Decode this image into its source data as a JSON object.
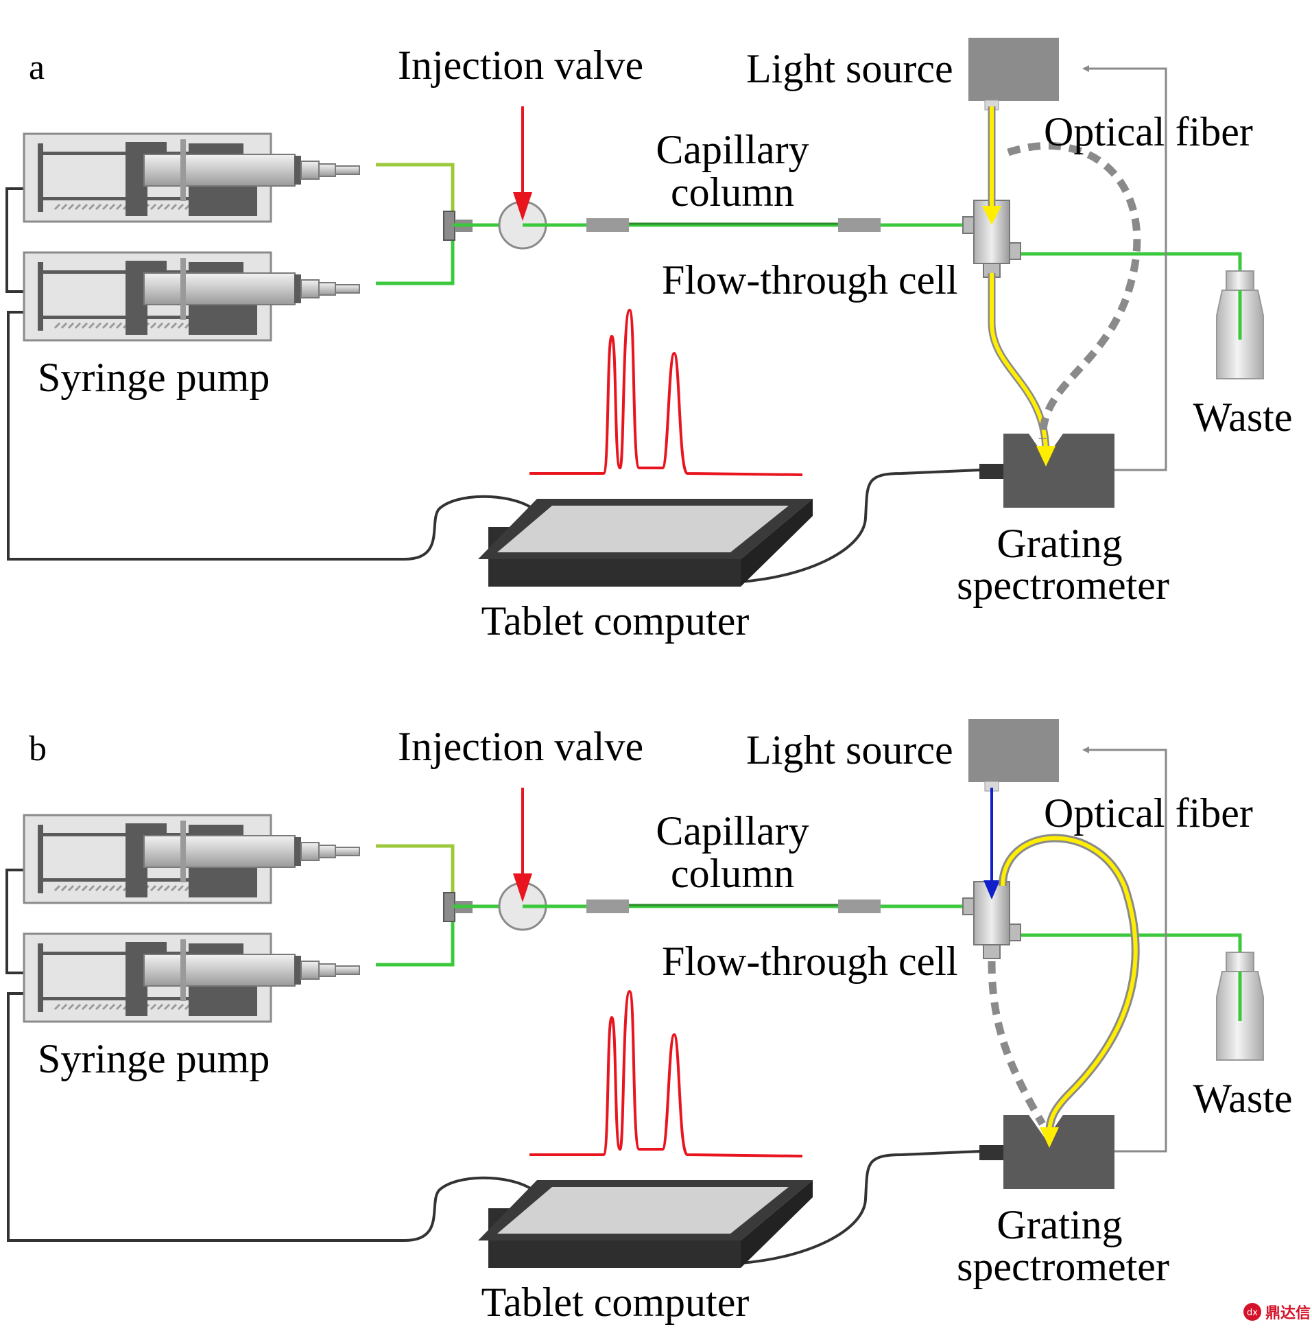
{
  "panels": [
    {
      "letter": "a",
      "labels": {
        "injection_valve": "Injection valve",
        "light_source": "Light source",
        "optical_fiber": "Optical fiber",
        "capillary_1": "Capillary",
        "capillary_2": "column",
        "flow_cell": "Flow-through cell",
        "syringe_pump": "Syringe pump",
        "waste": "Waste",
        "grating_1": "Grating",
        "grating_2": "spectrometer",
        "tablet": "Tablet computer"
      },
      "excitation_color": "#ffee00"
    },
    {
      "letter": "b",
      "labels": {
        "injection_valve": "Injection valve",
        "light_source": "Light source",
        "optical_fiber": "Optical fiber",
        "capillary_1": "Capillary",
        "capillary_2": "column",
        "flow_cell": "Flow-through cell",
        "syringe_pump": "Syringe pump",
        "waste": "Waste",
        "grating_1": "Grating",
        "grating_2": "spectrometer",
        "tablet": "Tablet computer"
      },
      "excitation_color": "#1020c8"
    }
  ],
  "colors": {
    "flow": "#3cc83c",
    "flow_light": "#9cc83c",
    "light": "#ffee00",
    "arrow": "#e8141e",
    "device_dark": "#5a5a5a",
    "device_mid": "#8c8c8c",
    "device_light": "#d2d2d2"
  },
  "watermark": "鼎达信"
}
